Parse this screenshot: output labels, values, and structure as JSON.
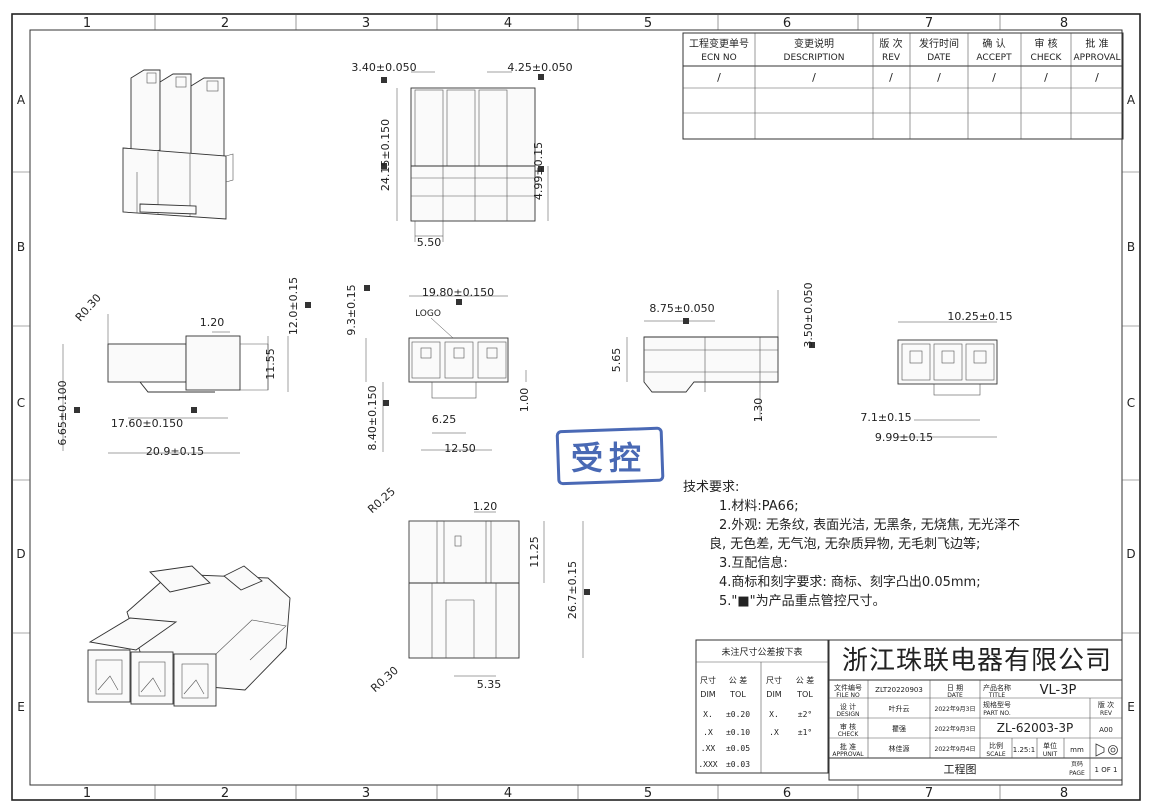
{
  "frame": {
    "col_numbers": [
      "1",
      "2",
      "3",
      "4",
      "5",
      "6",
      "7",
      "8"
    ],
    "row_letters": [
      "A",
      "B",
      "C",
      "D",
      "E"
    ]
  },
  "revision_table": {
    "headers": [
      {
        "cn": "工程变更单号",
        "en": "ECN NO"
      },
      {
        "cn": "变更说明",
        "en": "DESCRIPTION"
      },
      {
        "cn": "版 次",
        "en": "REV"
      },
      {
        "cn": "发行时间",
        "en": "DATE"
      },
      {
        "cn": "确 认",
        "en": "ACCEPT"
      },
      {
        "cn": "审 核",
        "en": "CHECK"
      },
      {
        "cn": "批 准",
        "en": "APPROVAL"
      }
    ],
    "row1": [
      "/",
      "/",
      "/",
      "/",
      "/",
      "/",
      "/"
    ]
  },
  "dimensions": {
    "top_view": [
      "3.40±0.050",
      "4.25±0.050",
      "24.15±0.150",
      "4.99±0.15",
      "5.50"
    ],
    "side_view": [
      "R0.30",
      "1.20",
      "12.0±0.15",
      "11.55",
      "6.65±0.100",
      "17.60±0.150",
      "20.9±0.15"
    ],
    "front_view": [
      "19.80±0.150",
      "9.3±0.15",
      "LOGO",
      "8.40±0.150",
      "6.25",
      "12.50",
      "1.00"
    ],
    "section_view": [
      "8.75±0.050",
      "3.50±0.050",
      "5.65",
      "1.30"
    ],
    "end_view": [
      "10.25±0.15",
      "7.1±0.15",
      "9.99±0.15"
    ],
    "bottom_view": [
      "R0.25",
      "1.20",
      "11.25",
      "26.7±0.15",
      "R0.30",
      "5.35"
    ]
  },
  "stamp": {
    "text": "受控",
    "color": "#2a4fa8"
  },
  "tech_requirements": {
    "title": "技术要求:",
    "items": [
      "1.材料:PA66;",
      "2.外观: 无条纹, 表面光洁, 无黑条, 无烧焦, 无光泽不",
      "良, 无色差, 无气泡, 无杂质异物, 无毛刺飞边等;",
      "3.互配信息:",
      "4.商标和刻字要求: 商标、刻字凸出0.05mm;",
      "5.\"■\"为产品重点管控尺寸。"
    ]
  },
  "tolerance_table": {
    "title": "未注尺寸公差按下表",
    "headers": [
      {
        "cn": "尺寸",
        "en": "DIM"
      },
      {
        "cn": "公 差",
        "en": "TOL"
      },
      {
        "cn": "尺寸",
        "en": "DIM"
      },
      {
        "cn": "公 差",
        "en": "TOL"
      }
    ],
    "rows": [
      [
        "X.",
        "±0.20",
        "X.",
        "±2°"
      ],
      [
        ".X",
        "±0.10",
        ".X",
        "±1°"
      ],
      [
        ".XX",
        "±0.05",
        "",
        ""
      ],
      [
        ".XXX",
        "±0.03",
        "",
        ""
      ]
    ]
  },
  "title_block": {
    "company": "浙江珠联电器有限公司",
    "file_no_label_cn": "文件编号",
    "file_no_label_en": "FILE NO",
    "file_no": "ZLT20220903",
    "date_label_cn": "日 期",
    "date_label_en": "DATE",
    "title_label_cn": "产品名称",
    "title_label_en": "TITLE",
    "title": "VL-3P",
    "design_label_cn": "设 计",
    "design_label_en": "DESIGN",
    "designer": "叶升云",
    "design_date": "2022年9月3日",
    "part_label_cn": "规格型号",
    "part_label_en": "PART NO.",
    "part_no": "ZL-62003-3P",
    "rev_label_cn": "版 次",
    "rev_label_en": "REV",
    "rev": "A00",
    "check_label_cn": "审 核",
    "check_label_en": "CHECK",
    "checker": "瞿强",
    "check_date": "2022年9月3日",
    "approve_label_cn": "批 准",
    "approve_label_en": "APPROVAL",
    "approver": "林佳源",
    "approve_date": "2022年9月4日",
    "scale_label_cn": "比例",
    "scale_label_en": "SCALE",
    "scale": "1.25:1",
    "unit_label_cn": "单位",
    "unit_label_en": "UNIT",
    "unit": "mm",
    "drawing_name": "工程图",
    "page_label_cn": "页码",
    "page_label_en": "PAGE",
    "page": "1 OF 1"
  }
}
